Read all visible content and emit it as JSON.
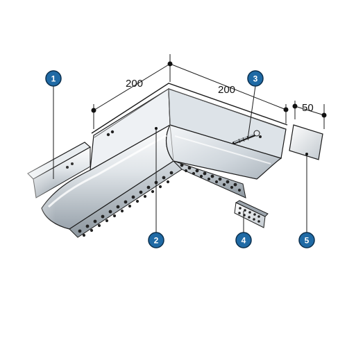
{
  "dimensions": {
    "left_leg": "200",
    "right_leg": "200",
    "plate": "50"
  },
  "callouts": [
    {
      "label": "1",
      "part": "straight-profile"
    },
    {
      "label": "2",
      "part": "corner-piece"
    },
    {
      "label": "3",
      "part": "screw"
    },
    {
      "label": "4",
      "part": "connector-plate"
    },
    {
      "label": "5",
      "part": "cover-plate"
    }
  ],
  "colors": {
    "callout_fill": "#1f6aa5",
    "callout_border": "#0b2f4d",
    "metal_light": "#f2f4f6",
    "metal_mid": "#c9d0d6",
    "metal_dark": "#7f8a94",
    "outline": "#1a1a1a"
  }
}
